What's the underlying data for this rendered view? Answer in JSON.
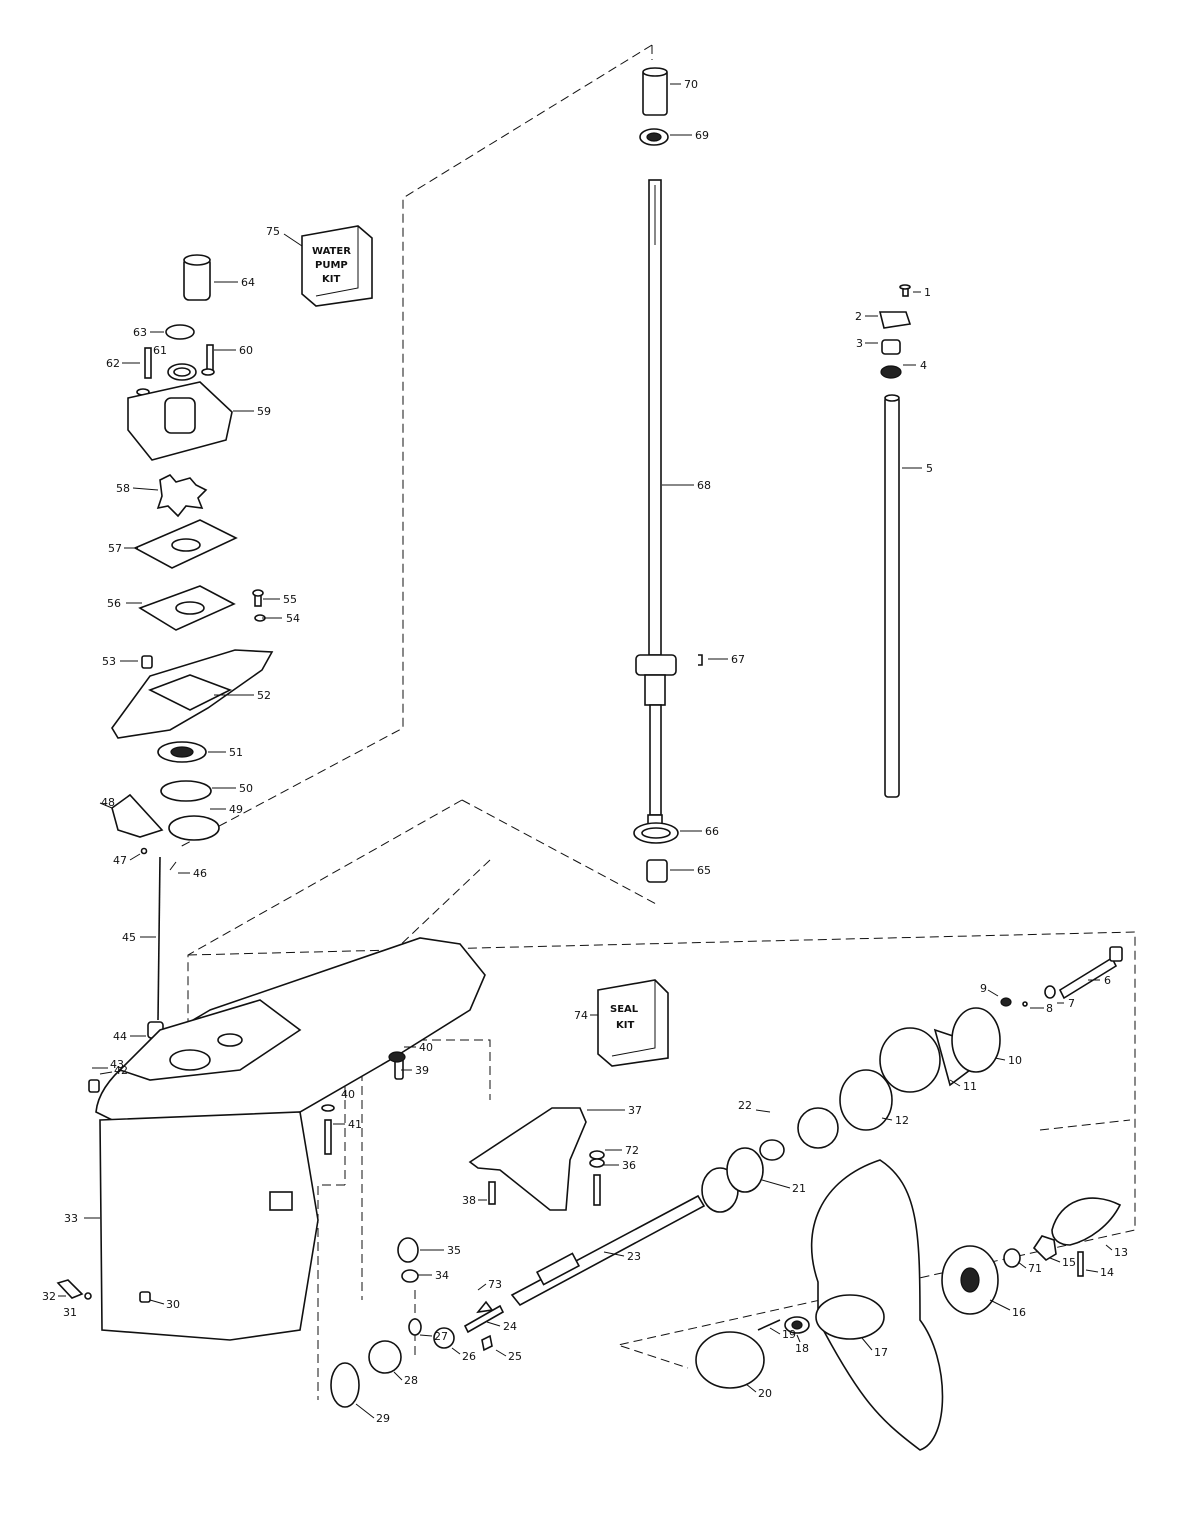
{
  "kits": {
    "water_pump_kit": [
      "WATER",
      "PUMP",
      "KIT"
    ],
    "seal_kit": [
      "SEAL",
      "KIT"
    ]
  },
  "callouts": {
    "1": "1",
    "2": "2",
    "3": "3",
    "4": "4",
    "5": "5",
    "6": "6",
    "7": "7",
    "8": "8",
    "9": "9",
    "10": "10",
    "11": "11",
    "12": "12",
    "13": "13",
    "14": "14",
    "15": "15",
    "16": "16",
    "17": "17",
    "18": "18",
    "19": "19",
    "20": "20",
    "21": "21",
    "22": "22",
    "23": "23",
    "24": "24",
    "25": "25",
    "26": "26",
    "27": "27",
    "28": "28",
    "29": "29",
    "30": "30",
    "31": "31",
    "32": "32",
    "33": "33",
    "34": "34",
    "35": "35",
    "36": "36",
    "37": "37",
    "38": "38",
    "39": "39",
    "40": "40",
    "41": "41",
    "42": "42",
    "43": "43",
    "44": "44",
    "45": "45",
    "46": "46",
    "47": "47",
    "48": "48",
    "49": "49",
    "50": "50",
    "51": "51",
    "52": "52",
    "53": "53",
    "54": "54",
    "55": "55",
    "56": "56",
    "57": "57",
    "58": "58",
    "59": "59",
    "60": "60",
    "61": "61",
    "62": "62",
    "63": "63",
    "64": "64",
    "65": "65",
    "66": "66",
    "67": "67",
    "68": "68",
    "69": "69",
    "70": "70",
    "71": "71",
    "72": "72",
    "73": "73",
    "74": "74",
    "75": "75"
  }
}
